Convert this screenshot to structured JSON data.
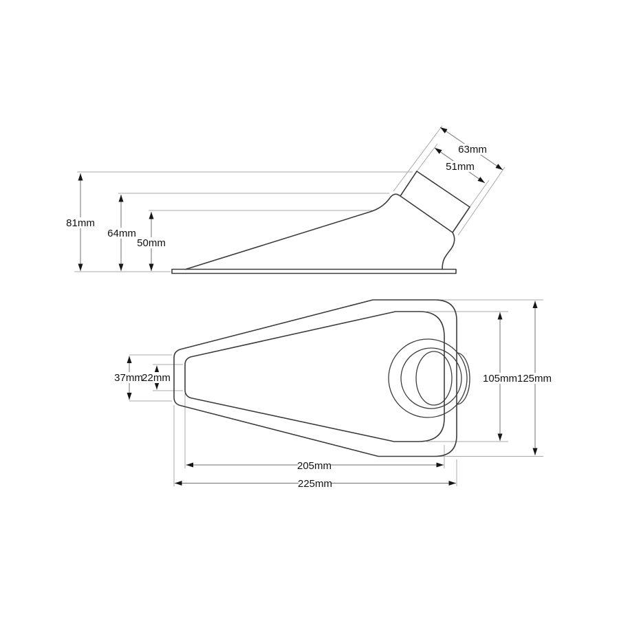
{
  "drawing": {
    "type": "technical-drawing",
    "units": "mm",
    "colors": {
      "outline": "#3b3b3b",
      "dimension_line": "#6f6f6f",
      "extension_line": "#a9a9a9",
      "text": "#111111",
      "background": "#ffffff"
    },
    "side_view": {
      "dims": {
        "total_height": "81mm",
        "shoulder_height": "64mm",
        "ramp_height": "50mm",
        "spout_length_outer": "63mm",
        "spout_length_inner": "51mm"
      }
    },
    "plan_view": {
      "dims": {
        "nose_width_outer": "37mm",
        "nose_width_inner": "22mm",
        "body_width_inner": "105mm",
        "body_width_outer": "125mm",
        "length_inner": "205mm",
        "length_outer": "225mm"
      }
    }
  }
}
